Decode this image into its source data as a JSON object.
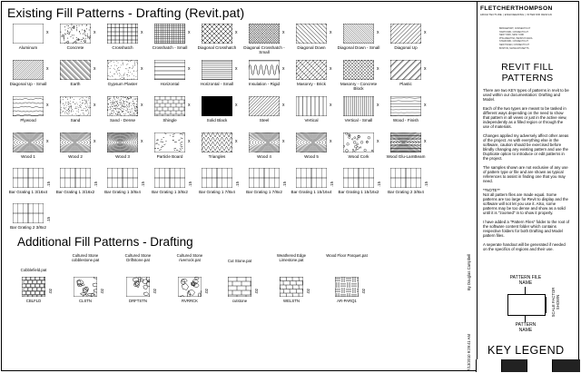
{
  "title_existing": "Existing Fill Patterns - Drafting (Revit.pat)",
  "title_additional": "Additional Fill Patterns - Drafting",
  "existing_patterns": [
    {
      "label": "Aluminum",
      "pattern": "blank"
    },
    {
      "label": "Concrete",
      "pattern": "concrete"
    },
    {
      "label": "Crosshatch",
      "pattern": "crosshatch"
    },
    {
      "label": "Crosshatch - Small",
      "pattern": "crosshatch-small"
    },
    {
      "label": "Diagonal Crosshatch",
      "pattern": "diag-cross"
    },
    {
      "label": "Diagonal Crosshatch - Small",
      "pattern": "diag-cross-small"
    },
    {
      "label": "Diagonal Down",
      "pattern": "diag-down"
    },
    {
      "label": "Diagonal Down - Small",
      "pattern": "diag-down-small"
    },
    {
      "label": "Diagonal Up",
      "pattern": "diag-up"
    },
    {
      "label": "Diagonal Up - Small",
      "pattern": "diag-up-small"
    },
    {
      "label": "Earth",
      "pattern": "earth"
    },
    {
      "label": "Gypsum Plaster",
      "pattern": "gypsum"
    },
    {
      "label": "Horizontal",
      "pattern": "horizontal"
    },
    {
      "label": "Horizontal - Small",
      "pattern": "horizontal-small"
    },
    {
      "label": "Insulation - Rigid",
      "pattern": "insulation"
    },
    {
      "label": "Masonry - Brick",
      "pattern": "brick"
    },
    {
      "label": "Masonry - Concrete Block",
      "pattern": "block"
    },
    {
      "label": "Plastic",
      "pattern": "plastic"
    },
    {
      "label": "Plywood",
      "pattern": "plywood"
    },
    {
      "label": "Sand",
      "pattern": "sand"
    },
    {
      "label": "Sand - Dense",
      "pattern": "sand-dense"
    },
    {
      "label": "Shingle",
      "pattern": "shingle"
    },
    {
      "label": "Solid Black",
      "pattern": "solid"
    },
    {
      "label": "Steel",
      "pattern": "steel"
    },
    {
      "label": "Vertical",
      "pattern": "vertical"
    },
    {
      "label": "Vertical - Small",
      "pattern": "vertical-small"
    },
    {
      "label": "Wood - Finish",
      "pattern": "wood-finish"
    },
    {
      "label": "Wood 1",
      "pattern": "wood1"
    },
    {
      "label": "Wood 2",
      "pattern": "wood2"
    },
    {
      "label": "Wood 3",
      "pattern": "wood3"
    },
    {
      "label": "Particle Board",
      "pattern": "particle"
    },
    {
      "label": "Triangles",
      "pattern": "triangles"
    },
    {
      "label": "Wood 4",
      "pattern": "wood4"
    },
    {
      "label": "Wood 5",
      "pattern": "wood5"
    },
    {
      "label": "Wood Cork",
      "pattern": "cork"
    },
    {
      "label": "Wood Glu-LamBeam",
      "pattern": "glulam"
    },
    {
      "label": "Bar Grating 1 3/16x4",
      "pattern": "grating"
    },
    {
      "label": "Bar Grating 1 3/16x2",
      "pattern": "grating"
    },
    {
      "label": "Bar Grating 1 3/8x4",
      "pattern": "grating"
    },
    {
      "label": "Bar Grating 1 3/8x2",
      "pattern": "grating"
    },
    {
      "label": "Bar Grating 1 7/8x4",
      "pattern": "grating"
    },
    {
      "label": "Bar Grating 1 7/8x2",
      "pattern": "grating"
    },
    {
      "label": "Bar Grating 1 15/16x4",
      "pattern": "grating"
    },
    {
      "label": "Bar Grating 1 15/16x2",
      "pattern": "grating"
    },
    {
      "label": "Bar Grating 2 3/8x4",
      "pattern": "grating"
    },
    {
      "label": "Bar Grating 2 3/8x2",
      "pattern": "grating"
    }
  ],
  "additional_patterns": [
    {
      "file": "Cobblefield.pat",
      "name": "CBLFLD",
      "pattern": "cobble"
    },
    {
      "file": "Cultured Stone cobblestone.pat",
      "name": "CLSTN",
      "pattern": "cobblestone"
    },
    {
      "file": "Cultured Stone Driftstone.pat",
      "name": "DRFTSTN",
      "pattern": "driftstone"
    },
    {
      "file": "Cultured Stone riverrock.pat",
      "name": "RVRRCK",
      "pattern": "riverrock"
    },
    {
      "file": "Cut Stone.pat",
      "name": "cutstone",
      "pattern": "cutstone"
    },
    {
      "file": "Weathered Edge Limestone.pat",
      "name": "WELSTN",
      "pattern": "limestone"
    },
    {
      "file": "Wood Floor Parquet.pat",
      "name": "AR-PARQ1",
      "pattern": "parquet"
    }
  ],
  "firm": {
    "name": "FLETCHERTHOMPSON",
    "tagline": "ARCHITECTURE | ENGINEERING | INTERIOR DESIGN",
    "offices": [
      "BRIDGEPORT, CONNECTICUT",
      "HARTFORD, CONNECTICUT",
      "NEW YORK, NEW YORK",
      "PHILADELPHIA, PENNSYLVANIA",
      "STAMFORD, CONNECTICUT",
      "NEW HAVEN, CONNECTICUT",
      "BOSTON, MASSACHUSETTS"
    ]
  },
  "revit_fill": {
    "title_line1": "REVIT FILL",
    "title_line2": "PATTERNS",
    "paragraphs": [
      "There are two KEY types of patterns in revit to be used within our documentation: Drafting and Model.",
      "Each of the two types are meant to be tasked in different ways depending on the need to show that pattern in all views or just in the active view, independently as a filled region or through the use of materials.",
      "Changes applied my adversely affect other areas of the project. As with everything else in the software, caution should be exercised before blindly changing any existing pattern and use the Duplicate option to introduce or edit patterns in the project.",
      "The samples shown are not exclusive of any use of pattern type or file and are shown as typical references to assist in finding one that you may need.",
      "**NOTE**",
      "Not all pattern files are made equal. Some patterns are too large for Revit to display and the software will not let you use it. Also, some patterns may be too dense and show as a solid until it is \"zoomed\" in to show it properly.",
      "I have added a \"Pattern Files\" folder to the root of the software content folder which contains respective folders for both Drafting and Model pattern files.",
      "A seperate handout will be generated if needed on the specifics of regions and their use."
    ]
  },
  "key": {
    "pattern_file_name": "PATTERN FILE NAME",
    "pattern_name": "PATTERN NAME",
    "scale_factor": "SCALE FACTOR SHOWN",
    "title": "KEY LEGEND"
  },
  "sheet_info": {
    "author": "By Douglas Campbell",
    "timestamp": "7/13/2010 9:29:41 AM"
  },
  "scale_marks": {
    "grating": ".15",
    "additional": ".02",
    "x": "x"
  }
}
